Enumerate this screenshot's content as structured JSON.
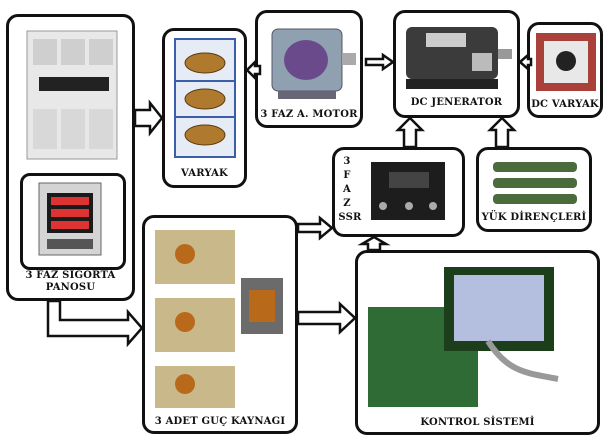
{
  "blocks": {
    "sigorta": {
      "label_line1": "3 FAZ SİGORTA",
      "label_line2": "PANOSU"
    },
    "varyak": {
      "label": "VARYAK"
    },
    "motor": {
      "label": "3 FAZ A. MOTOR"
    },
    "dc_jenerator": {
      "label": "DC JENERATOR"
    },
    "dc_varyak": {
      "label": "DC VARYAK"
    },
    "ssr": {
      "label_chars": [
        "3",
        "F",
        "A",
        "Z",
        "SSR"
      ]
    },
    "yuk": {
      "label": "YÜK DİRENÇLERİ"
    },
    "guc": {
      "label": "3 ADET GUÇ KAYNAGI"
    },
    "kontrol": {
      "label": "KONTROL SİSTEMİ"
    }
  },
  "colors": {
    "border": "#111111",
    "arrow": "#111111"
  }
}
